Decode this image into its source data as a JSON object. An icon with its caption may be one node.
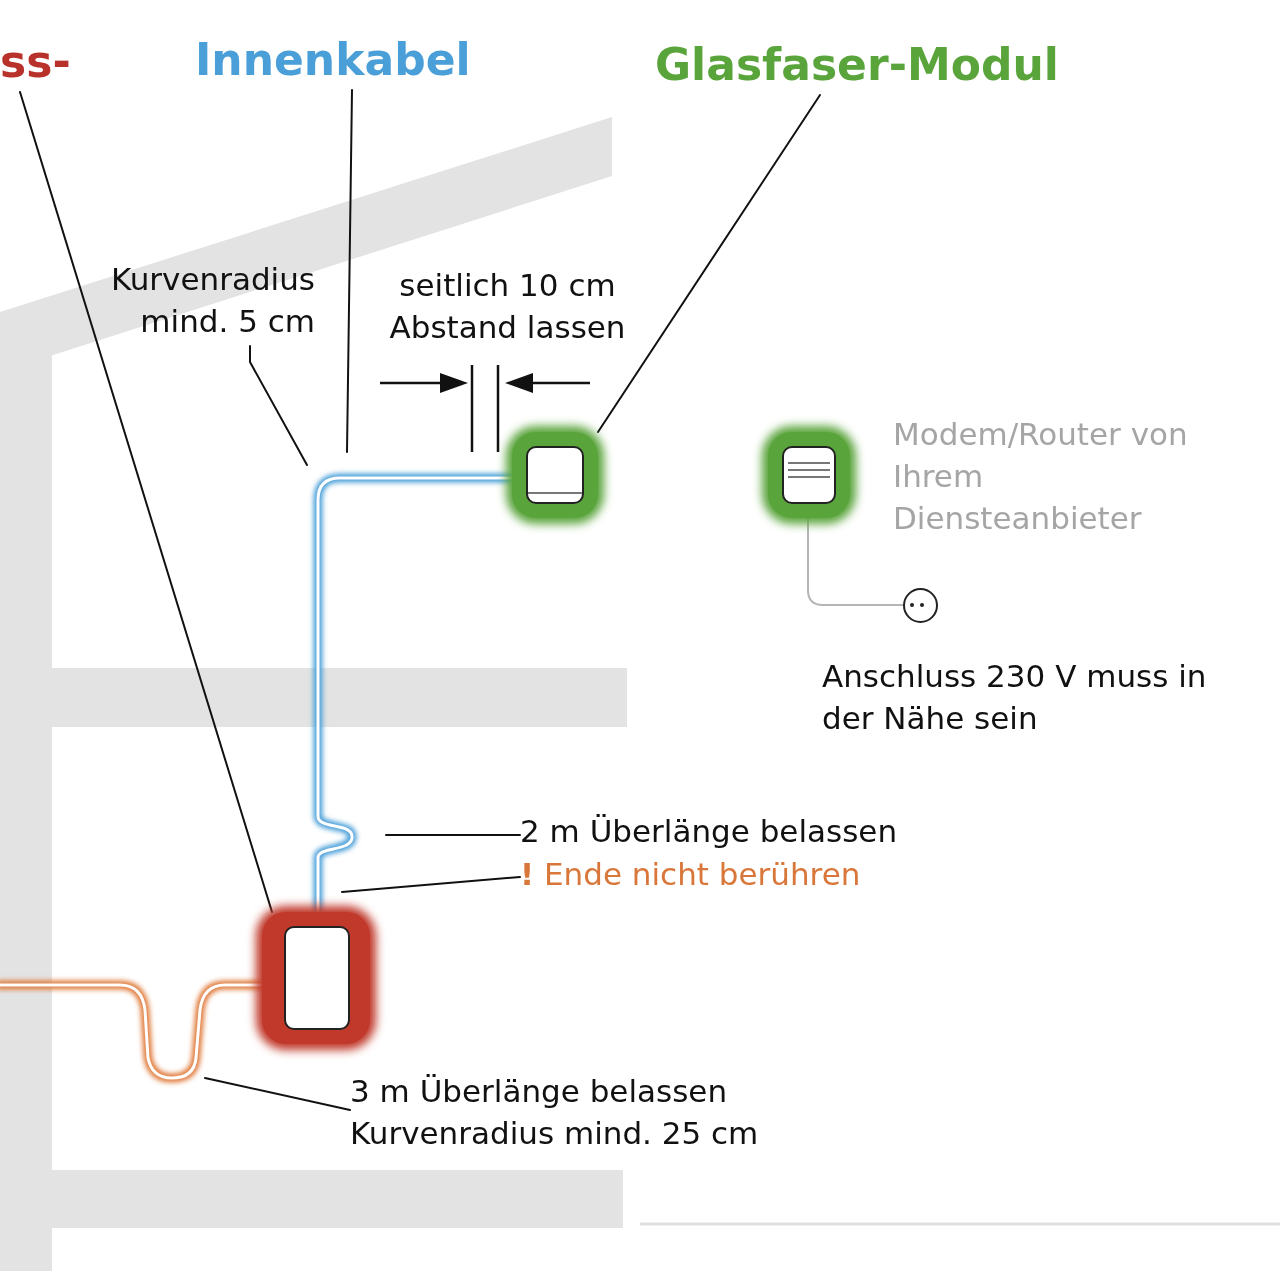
{
  "diagram": {
    "nodes": [
      {
        "text": [
          "ss-"
        ]
      },
      {
        "text": [
          "Innenkabel"
        ]
      },
      {
        "text": [
          "Glasfaser-Modul"
        ]
      },
      {
        "text": [
          "Kurvenradius mind. 5 cm"
        ]
      },
      {
        "text": [
          "2 m Überlänge belassen"
        ]
      },
      {
        "text": [
          "**!** Ende nicht berühren"
        ]
      },
      {
        "text": [
          "3 m Überlänge belassen Kurvenradius mind. 25 cm"
        ]
      },
      {
        "text": [],
        "shape": "box"
      },
      {
        "text": [],
        "shape": "box"
      },
      {
        "text": [],
        "shape": "box",
        "beside": [
          "Modem/Router von Ihrem Diensteanbieter"
        ]
      },
      {
        "text": [],
        "shape": "circle",
        "beside": [
          "Anschluss 230 V muss in der Nähe sein"
        ]
      }
    ],
    "edges": [
      {
        "from": 0,
        "to": 7,
        "arrow": "none"
      },
      {
        "from": 1,
        "to": null,
        "arrow": "none"
      },
      {
        "from": 2,
        "to": 8,
        "arrow": "none"
      },
      {
        "from": 3,
        "to": null,
        "arrow": "none"
      },
      {
        "from": 4,
        "to": null,
        "arrow": "none"
      },
      {
        "from": 5,
        "to": null,
        "arrow": "none"
      },
      {
        "from": 6,
        "to": null,
        "arrow": "none"
      },
      {
        "from": 7,
        "to": 8,
        "arrow": "none",
        "style": "thick",
        "color": "#4a9fd8"
      },
      {
        "from": 8,
        "to": 9,
        "arrow": "none",
        "style": "thick",
        "color": "#5aa43c"
      },
      {
        "from": 9,
        "to": 10,
        "arrow": "none",
        "color": "#b5b5b5"
      },
      {
        "from": null,
        "to": 7,
        "arrow": "none",
        "style": "thick",
        "color": "#e07a3a"
      }
    ],
    "labels": [
      "seitlich 10 cm Abstand lassen"
    ]
  }
}
